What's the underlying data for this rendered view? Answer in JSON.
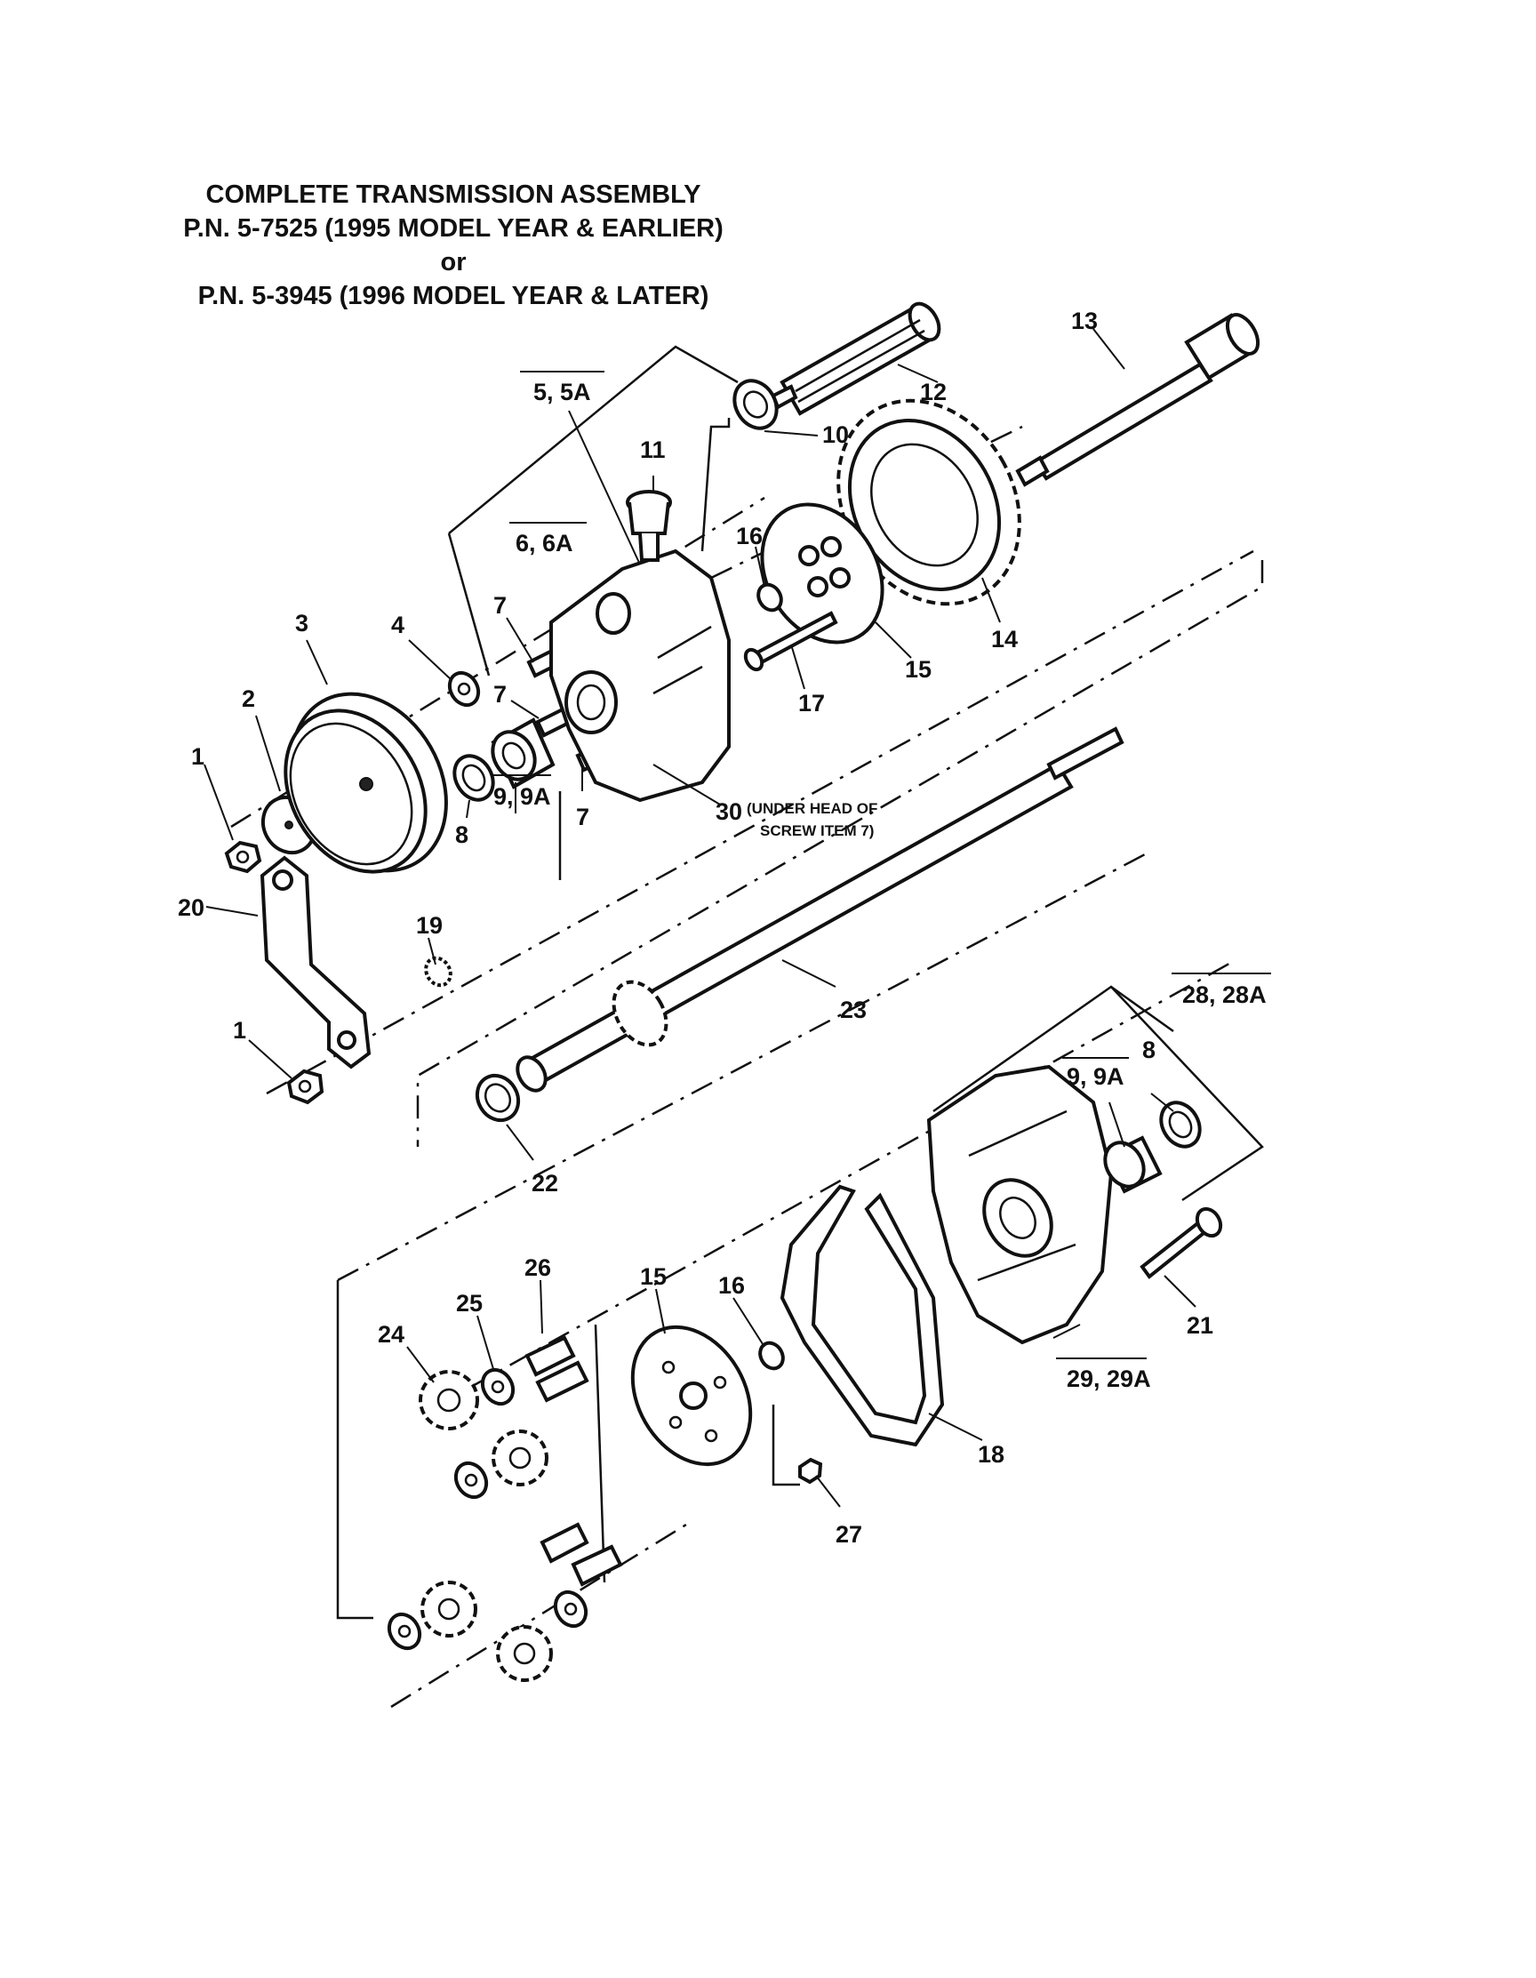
{
  "title": {
    "line1": "COMPLETE TRANSMISSION ASSEMBLY",
    "line2": "P.N. 5-7525 (1995 MODEL YEAR & EARLIER)",
    "line3": "or",
    "line4": "P.N. 5-3945 (1996 MODEL YEAR & LATER)"
  },
  "callouts": {
    "c1a": "1",
    "c1b": "1",
    "c2": "2",
    "c3": "3",
    "c4": "4",
    "c5": "5, 5A",
    "c6": "6, 6A",
    "c7a": "7",
    "c7b": "7",
    "c7c": "7",
    "c8a": "8",
    "c8b": "8",
    "c9a": "9, 9A",
    "c9b": "9, 9A",
    "c10": "10",
    "c11": "11",
    "c12": "12",
    "c13": "13",
    "c14": "14",
    "c15a": "15",
    "c15b": "15",
    "c16a": "16",
    "c16b": "16",
    "c17": "17",
    "c18": "18",
    "c19": "19",
    "c20": "20",
    "c21": "21",
    "c22": "22",
    "c23": "23",
    "c24": "24",
    "c25": "25",
    "c26": "26",
    "c27": "27",
    "c28": "28, 28A",
    "c29": "29, 29A",
    "c30": "30"
  },
  "notes": {
    "n30_line1": "(UNDER HEAD OF",
    "n30_line2": "SCREW ITEM 7)"
  }
}
